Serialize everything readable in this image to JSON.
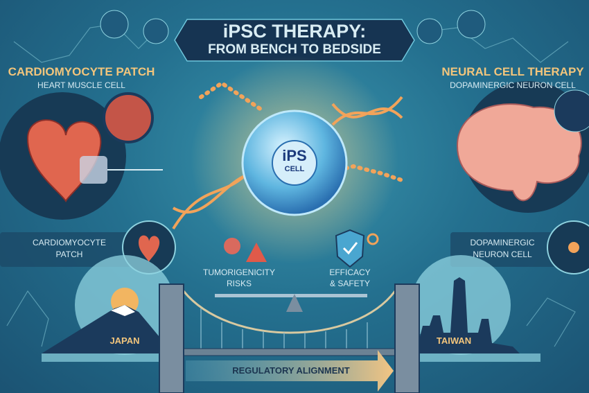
{
  "title": {
    "line1": "iPSC THERAPY:",
    "line2": "FROM BENCH TO BEDSIDE"
  },
  "left_panel": {
    "heading": "CARDIOMYOCYTE PATCH",
    "subheading": "HEART MUSCLE CELL",
    "card_label_1": "CARDIOMYOCYTE",
    "card_label_2": "PATCH"
  },
  "right_panel": {
    "heading": "NEURAL CELL THERAPY",
    "subheading": "DOPAMINERGIC NEURON CELL",
    "card_label_1": "DOPAMINERGIC",
    "card_label_2": "NEURON CELL"
  },
  "center_cell": {
    "line1": "iPS",
    "line2": "CELL"
  },
  "balance": {
    "left_1": "TUMORIGENICITY",
    "left_2": "RISKS",
    "right_1": "EFFICACY",
    "right_2": "& SAFETY"
  },
  "bridge": {
    "left_country": "JAPAN",
    "right_country": "TAIWAN",
    "arrow_label": "REGULATORY ALIGNMENT"
  },
  "colors": {
    "background": "#24708f",
    "accent_gold": "#f2c57c",
    "navy": "#1b3a5c",
    "heart": "#e0664f",
    "brain": "#f0a898"
  }
}
